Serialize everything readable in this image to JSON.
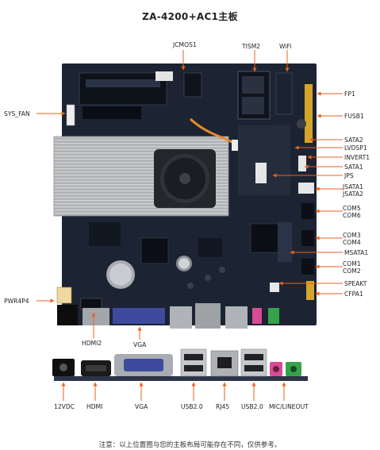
{
  "title": "ZA-4200+AC1主板",
  "labels": {
    "jcmos1": "JCMOS1",
    "tism2": "TISM2",
    "wifi": "WiFi",
    "sys_fan": "SYS_FAN",
    "fp1": "FP1",
    "fusb1": "FUSB1",
    "sata2": "SATA2",
    "lvdsp1": "LVDSP1",
    "invert1": "INVERT1",
    "sata1": "SATA1",
    "jps": "JPS",
    "jsata1": "JSATA1",
    "jsata2": "JSATA2",
    "com5": "COM5",
    "com6": "COM6",
    "com3": "COM3",
    "com4": "COM4",
    "msata1": "MSATA1",
    "com1": "COM1",
    "com2": "COM2",
    "speakt": "SPEAKT",
    "cfpa1": "CFPA1",
    "pwr4p4": "PWR4P4",
    "hdmi2": "HDMI2",
    "vga_top": "VGA",
    "p_12vdc": "12VDC",
    "p_hdmi": "HDMI",
    "p_vga": "VGA",
    "p_usb2_a": "USB2.0",
    "p_rj45": "RJ45",
    "p_usb2_b": "USB2.0",
    "p_mic": "MIC/LINEOUT"
  },
  "colors": {
    "arrow": "#e8621d",
    "board": "#1c2433",
    "heatsink": "#bfc1c4"
  },
  "note": "注意：以上位置图与您的主板布局可能存在不同，仅供参考。"
}
